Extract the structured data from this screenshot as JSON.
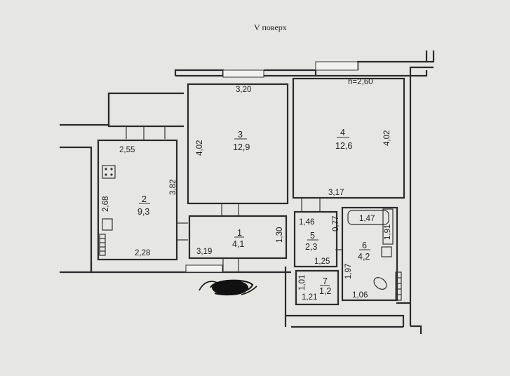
{
  "floor_label": "V поверх",
  "ceiling_height": "h=2,60",
  "rooms": [
    {
      "number": "1",
      "area": "4,1"
    },
    {
      "number": "2",
      "area": "9,3"
    },
    {
      "number": "3",
      "area": "12,9"
    },
    {
      "number": "4",
      "area": "12,6"
    },
    {
      "number": "5",
      "area": "2,3"
    },
    {
      "number": "6",
      "area": "4,2"
    },
    {
      "number": "7",
      "area": "1,2"
    }
  ],
  "dimensions": {
    "room3_width": "3,20",
    "room3_depth": "4,02",
    "room4_depth": "4,02",
    "room4_width": "3,17",
    "kitchen_top": "2,55",
    "kitchen_depth": "3,82",
    "kitchen_counter": "2,68",
    "kitchen_bottom": "2,28",
    "hall_width": "3,19",
    "hall_depth": "1,30",
    "wc_width": "1,46",
    "wc_gap": "0,77",
    "wc_depth": "1,25",
    "bath_tub": "1,47",
    "bath_side": "1,91",
    "bath_depth": "1,97",
    "bath_width": "1,06",
    "closet_depth": "1,01",
    "closet_width": "1,21"
  }
}
